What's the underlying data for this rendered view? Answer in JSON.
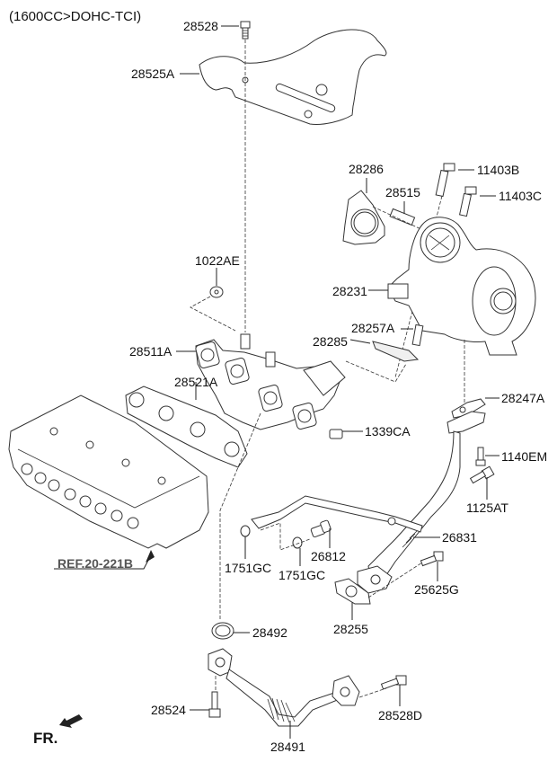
{
  "title": "(1600CC>DOHC-TCI)",
  "reference": "REF.20-221B",
  "front_marker": "FR.",
  "parts": {
    "p28528": "28528",
    "p28525A": "28525A",
    "p28286": "28286",
    "p11403B": "11403B",
    "p28515": "28515",
    "p11403C": "11403C",
    "p1022AE": "1022AE",
    "p28231": "28231",
    "p28257A": "28257A",
    "p28285": "28285",
    "p28511A": "28511A",
    "p28521A": "28521A",
    "p28247A": "28247A",
    "p1339CA": "1339CA",
    "p1140EM": "1140EM",
    "p1125AT": "1125AT",
    "p26831": "26831",
    "p26812": "26812",
    "p1751GC_a": "1751GC",
    "p1751GC_b": "1751GC",
    "p25625G": "25625G",
    "p28255": "28255",
    "p28492": "28492",
    "p28524": "28524",
    "p28528D": "28528D",
    "p28491": "28491"
  },
  "icons": {
    "front_arrow": "arrow-down-left-icon"
  }
}
